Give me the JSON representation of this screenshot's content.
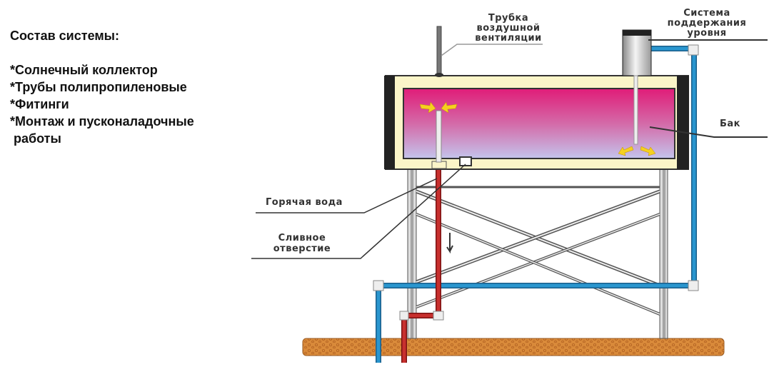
{
  "composition": {
    "title": "Состав системы:",
    "items": [
      "*Солнечный коллектор",
      "*Трубы полипропиленовые",
      "*Фитинги",
      "*Монтаж и пусконаладочные",
      " работы"
    ]
  },
  "labels": {
    "vent": [
      "Трубка",
      "воздушной",
      "вентиляции"
    ],
    "level": [
      "Система",
      "поддержания",
      "уровня"
    ],
    "tank": "Бак",
    "hot_water": "Горячая вода",
    "drain": [
      "Сливное",
      "отверстие"
    ]
  },
  "colors": {
    "hot": "#c0282a",
    "cold": "#2a86bf",
    "ground": "#d98a3a"
  }
}
